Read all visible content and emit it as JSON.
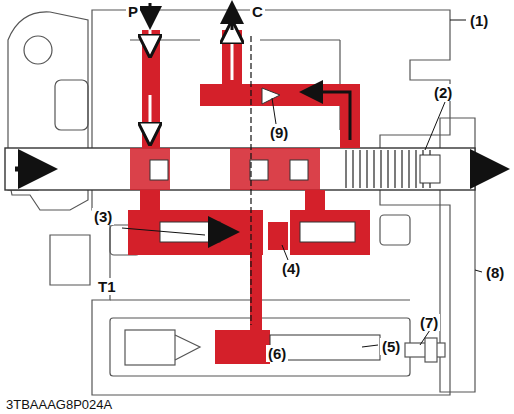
{
  "diagram": {
    "labels": [
      "P",
      "C",
      "(1)",
      "(2)",
      "(9)",
      "(3)",
      "(4)",
      "T1",
      "(6)",
      "(8)",
      "(7)",
      "(5)",
      "3TBAAAG8P024A"
    ]
  }
}
